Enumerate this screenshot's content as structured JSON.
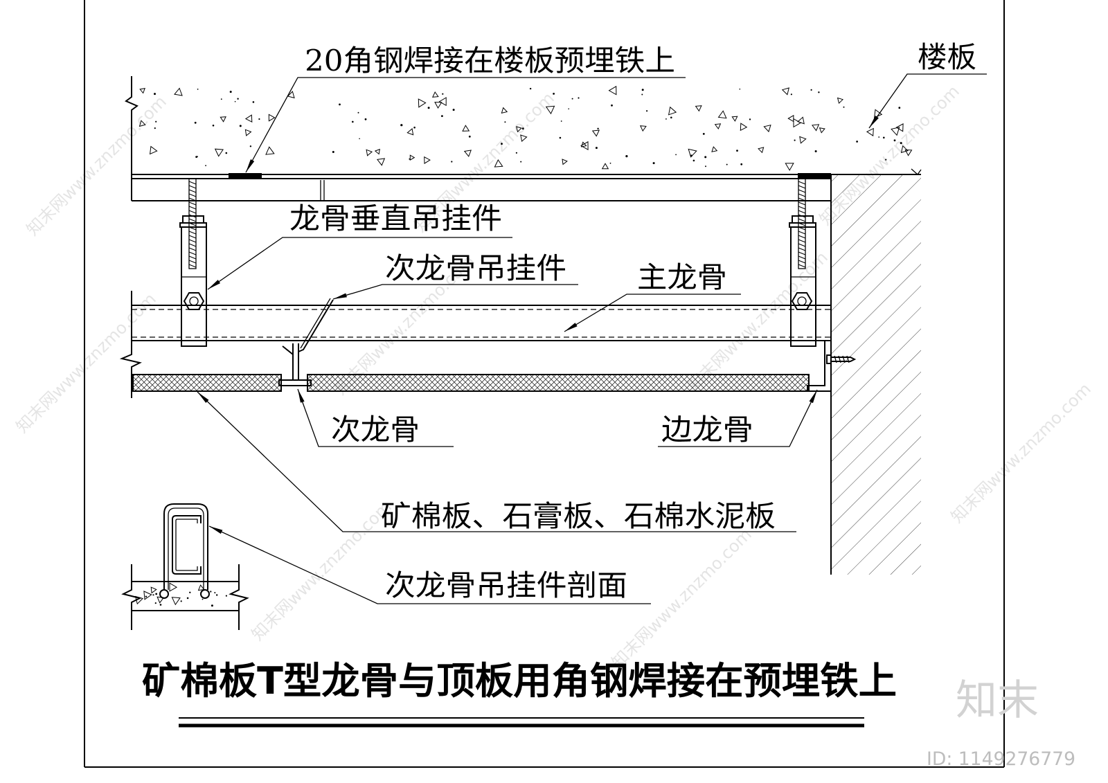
{
  "drawing": {
    "title": "矿棉板T型龙骨与顶板用角钢焊接在预埋铁上",
    "labels": {
      "angle_steel": "20角钢焊接在楼板预埋铁上",
      "slab": "楼板",
      "vertical_hanger": "龙骨垂直吊挂件",
      "secondary_hanger": "次龙骨吊挂件",
      "main_keel": "主龙骨",
      "secondary_keel": "次龙骨",
      "edge_keel": "边龙骨",
      "board": "矿棉板、石膏板、石棉水泥板",
      "hanger_section": "次龙骨吊挂件剖面"
    }
  },
  "watermark": {
    "logo": "知末",
    "id": "ID: 1149276779",
    "site": "知末网www.znzmo.com"
  },
  "colors": {
    "line": "#000000",
    "background": "#ffffff",
    "watermark": "#b4b4b4"
  }
}
